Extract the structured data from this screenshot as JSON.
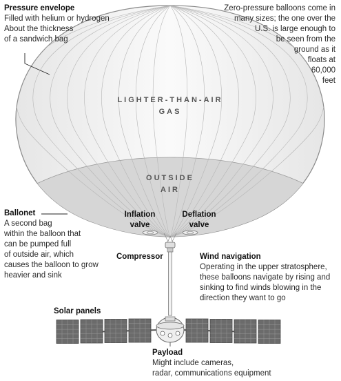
{
  "pressure_envelope": {
    "title": "Pressure envelope",
    "lines": [
      "Filled with helium or hydrogen",
      "About the thickness",
      "of a sandwich bag"
    ]
  },
  "size_note": {
    "lines": [
      "Zero-pressure balloons come in",
      "many sizes; the one over the",
      "U.S. is large enough to",
      "be seen from the",
      "ground as it",
      "floats at",
      "60,000",
      "feet"
    ]
  },
  "gas_label": {
    "lines": [
      "LIGHTER-THAN-AIR",
      "GAS"
    ]
  },
  "air_label": {
    "lines": [
      "OUTSIDE",
      "AIR"
    ]
  },
  "ballonet": {
    "title": "Ballonet",
    "lines": [
      "A second bag",
      "within the balloon that",
      "can be pumped full",
      "of outside air, which",
      "causes the balloon to grow",
      "heavier and sink"
    ]
  },
  "inflation_valve": {
    "lines": [
      "Inflation",
      "valve"
    ]
  },
  "deflation_valve": {
    "lines": [
      "Deflation",
      "valve"
    ]
  },
  "compressor": {
    "title": "Compressor"
  },
  "wind_navigation": {
    "title": "Wind navigation",
    "lines": [
      "Operating in the upper stratosphere,",
      "these balloons navigate by rising and",
      "sinking to find winds blowing in the",
      "direction they want to go"
    ]
  },
  "solar_panels": {
    "title": "Solar panels"
  },
  "payload": {
    "title": "Payload",
    "lines": [
      "Might include cameras,",
      "radar, communications equipment"
    ]
  },
  "colors": {
    "envelope_fill": "#f4f4f4",
    "envelope_stroke": "#8a8a8a",
    "ballonet_fill": "#d9d9d9",
    "panel_fill": "#6b6b6b"
  }
}
